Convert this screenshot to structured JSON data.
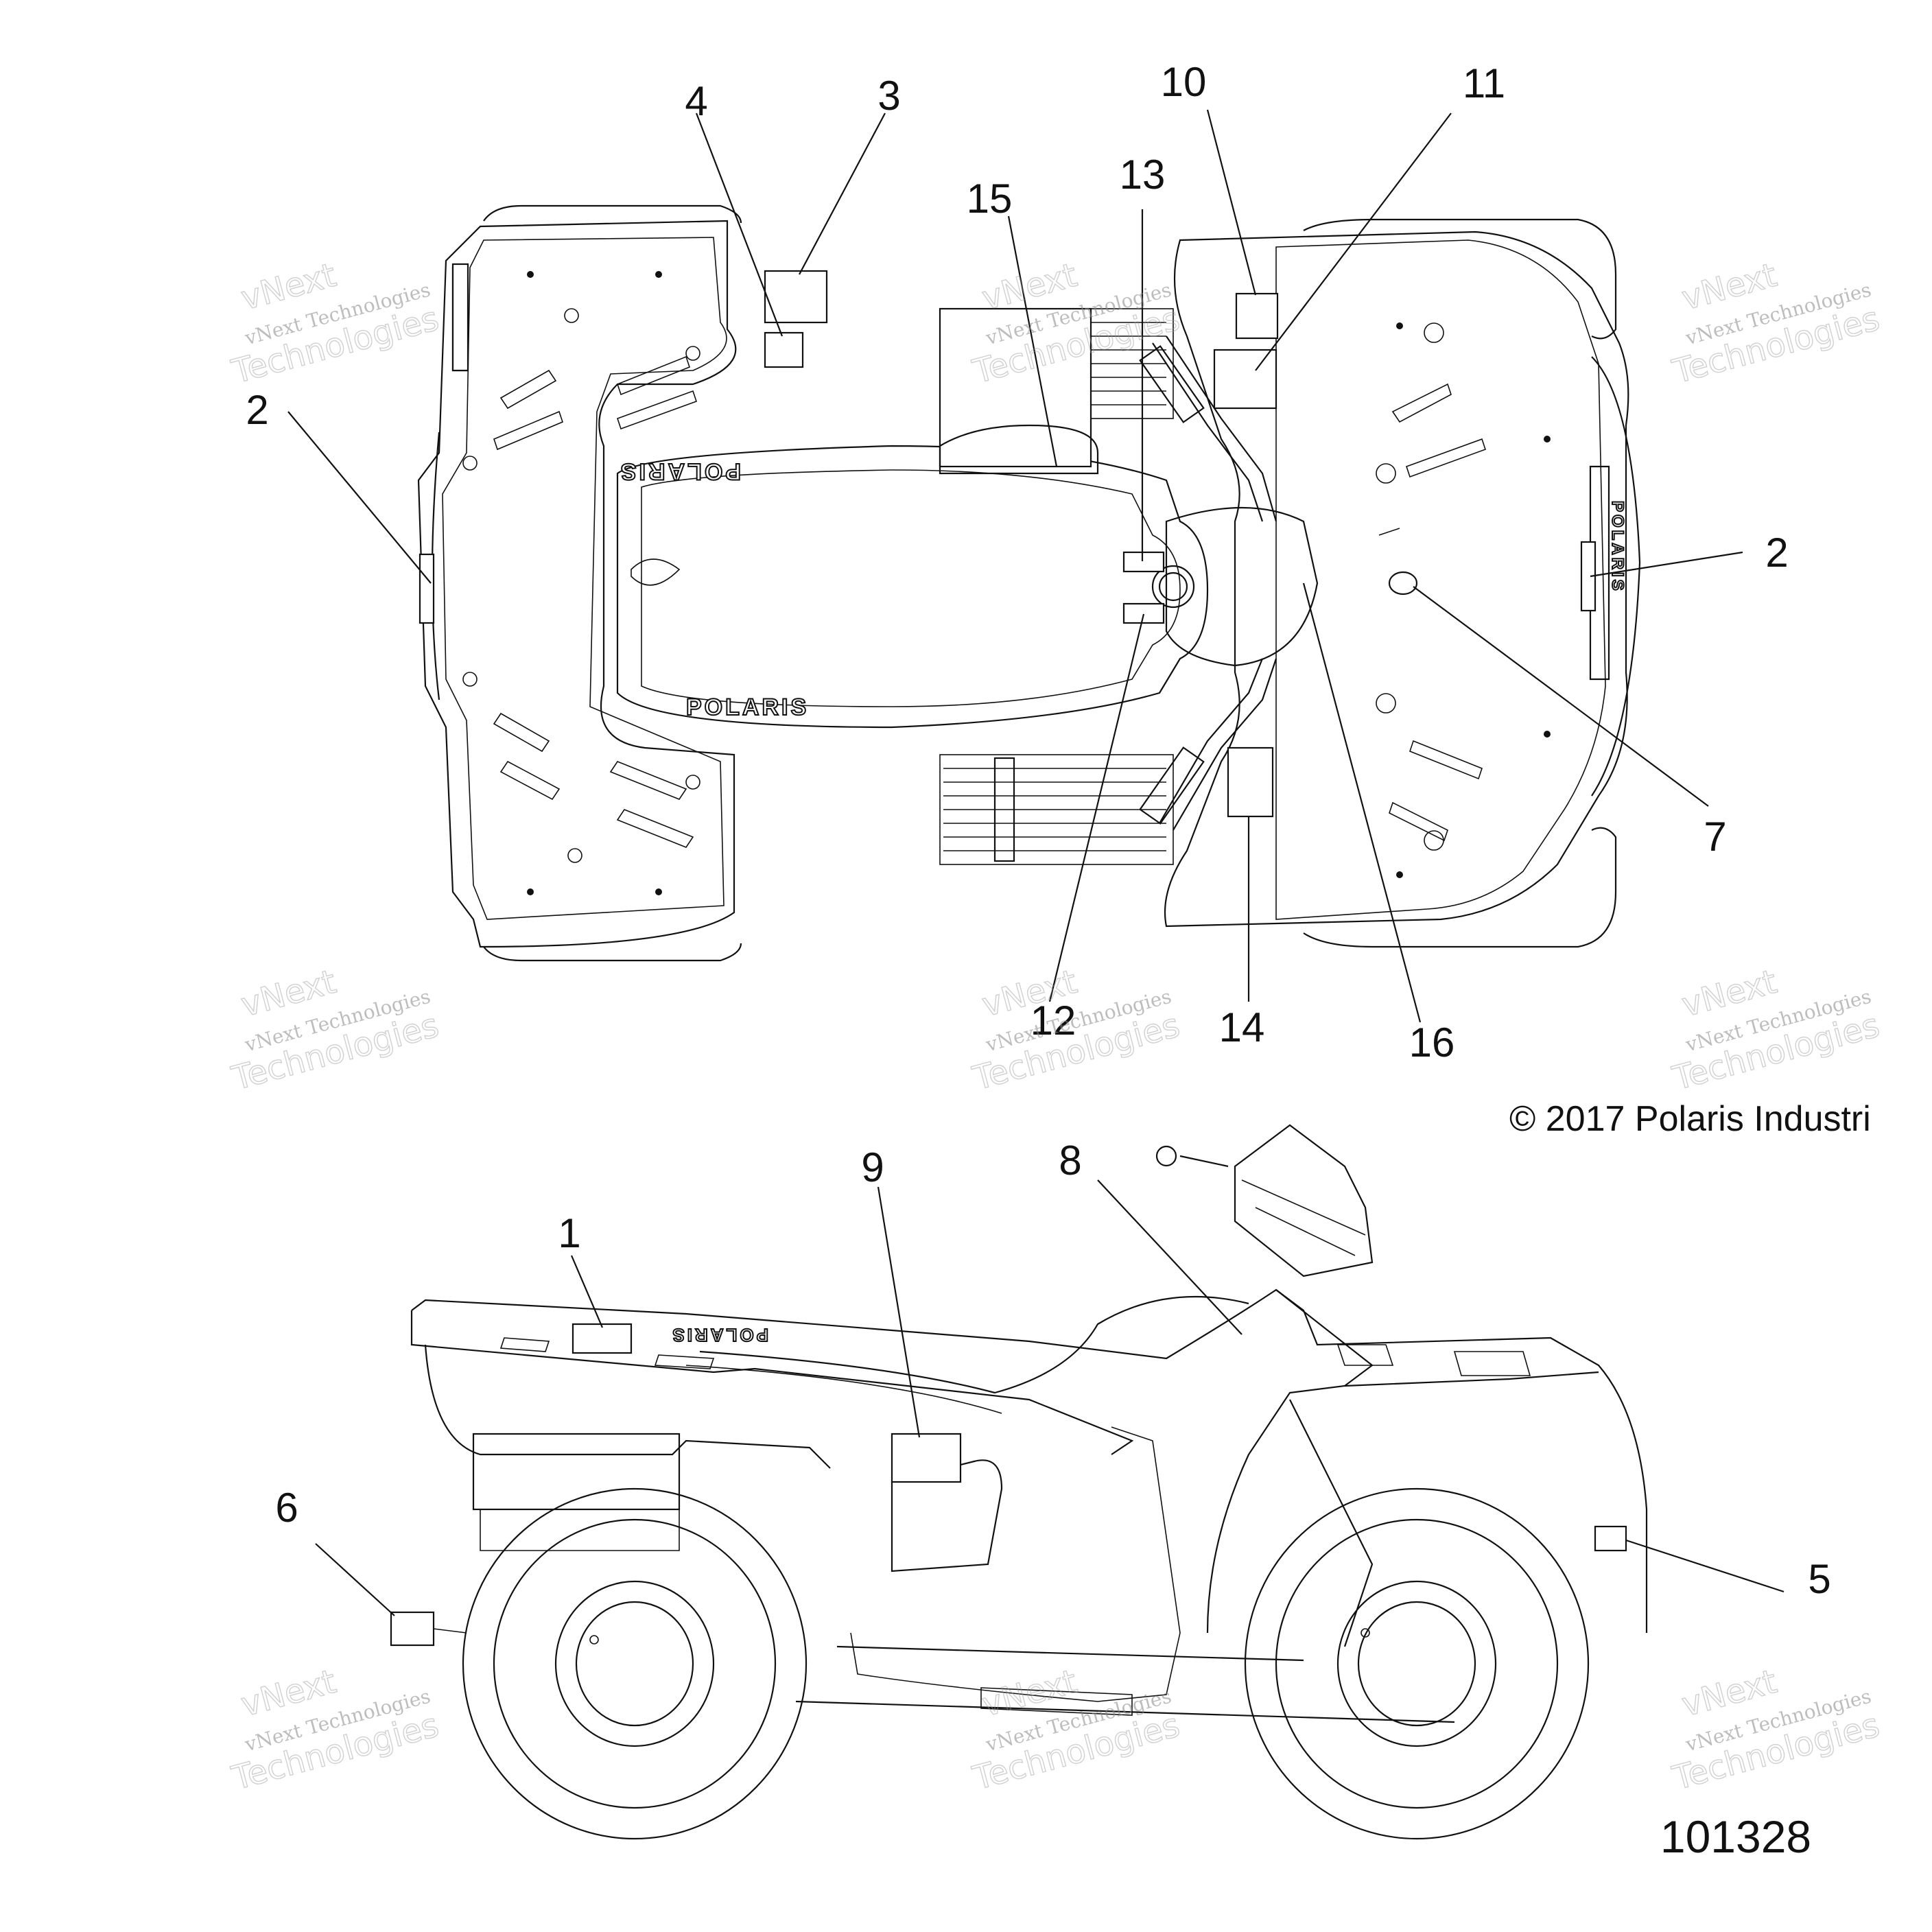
{
  "copyright": "© 2017 Polaris Industri",
  "figure_number": "101328",
  "watermark": {
    "line1": "vNext Technologies",
    "line2": "vNext",
    "line3": "Technologies"
  },
  "logo_text": "POLARIS",
  "callouts": {
    "c1": "1",
    "c2a": "2",
    "c2b": "2",
    "c3": "3",
    "c4": "4",
    "c5": "5",
    "c6": "6",
    "c7": "7",
    "c8": "8",
    "c9": "9",
    "c10": "10",
    "c11": "11",
    "c12": "12",
    "c13": "13",
    "c14": "14",
    "c15": "15",
    "c16": "16"
  }
}
